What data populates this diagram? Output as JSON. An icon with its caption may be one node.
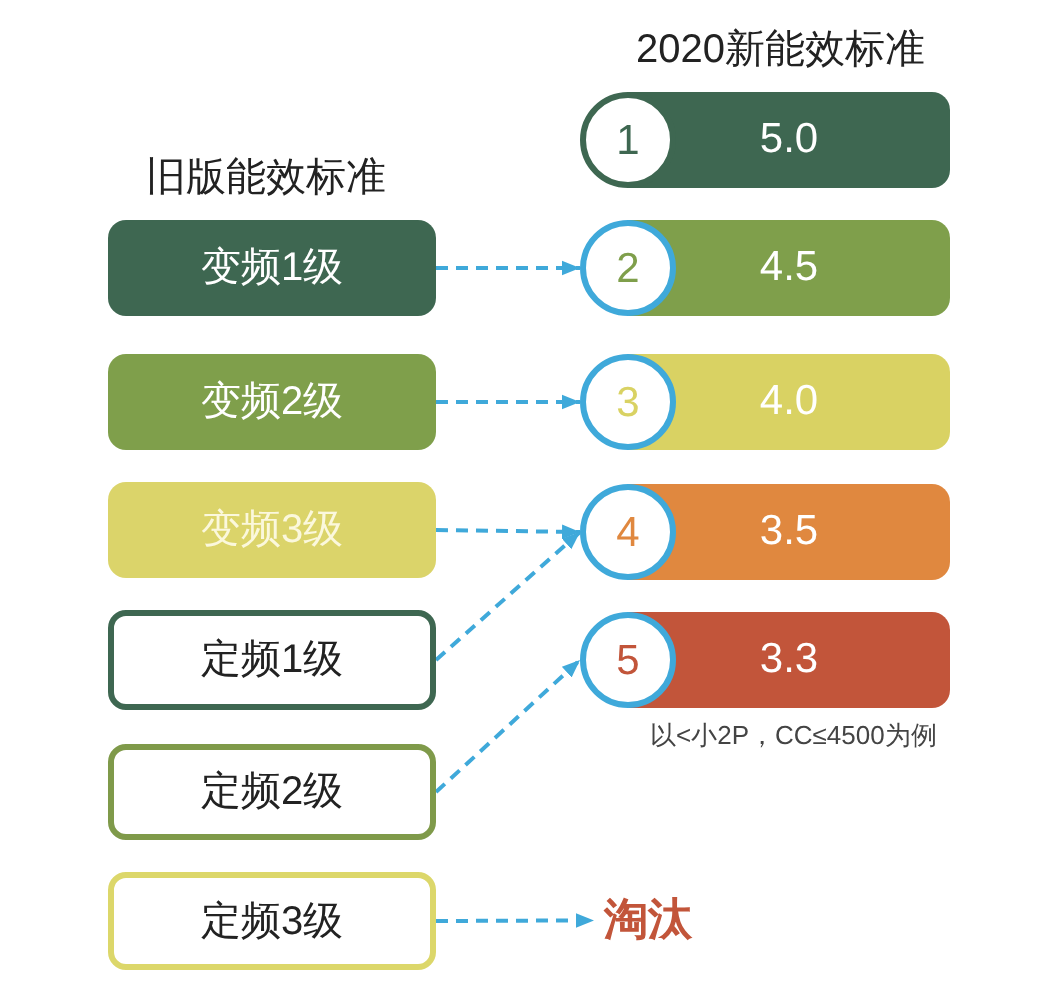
{
  "diagram": {
    "nodes": [
      {
        "text": [
          "变频1级"
        ]
      },
      {
        "text": [
          "变频2级"
        ]
      },
      {
        "text": [
          "变频3级"
        ]
      },
      {
        "text": [
          "定频1级"
        ]
      },
      {
        "text": [
          "定频2级"
        ]
      },
      {
        "text": [
          "定频3级"
        ]
      },
      {
        "text": [
          "1",
          "5.0"
        ]
      },
      {
        "text": [
          "2",
          "4.5"
        ]
      },
      {
        "text": [
          "3",
          "4.0"
        ]
      },
      {
        "text": [
          "4",
          "3.5"
        ]
      },
      {
        "text": [
          "5",
          "3.3"
        ]
      },
      {
        "text": [
          "淘汰"
        ]
      }
    ],
    "edges": [
      {
        "from": 0,
        "to": 7,
        "arrow": "to",
        "style": "dashed"
      },
      {
        "from": 1,
        "to": 8,
        "arrow": "to",
        "style": "dashed"
      },
      {
        "from": 2,
        "to": 9,
        "arrow": "to",
        "style": "dashed"
      },
      {
        "from": 3,
        "to": 9,
        "arrow": "to",
        "style": "dashed"
      },
      {
        "from": 4,
        "to": 10,
        "arrow": "to",
        "style": "dashed"
      },
      {
        "from": 5,
        "to": 11,
        "arrow": "to",
        "style": "dashed"
      }
    ],
    "labels": [
      "2020新能效标准",
      "旧版能效标准",
      "以<小2P，CC≤4500为例"
    ]
  }
}
